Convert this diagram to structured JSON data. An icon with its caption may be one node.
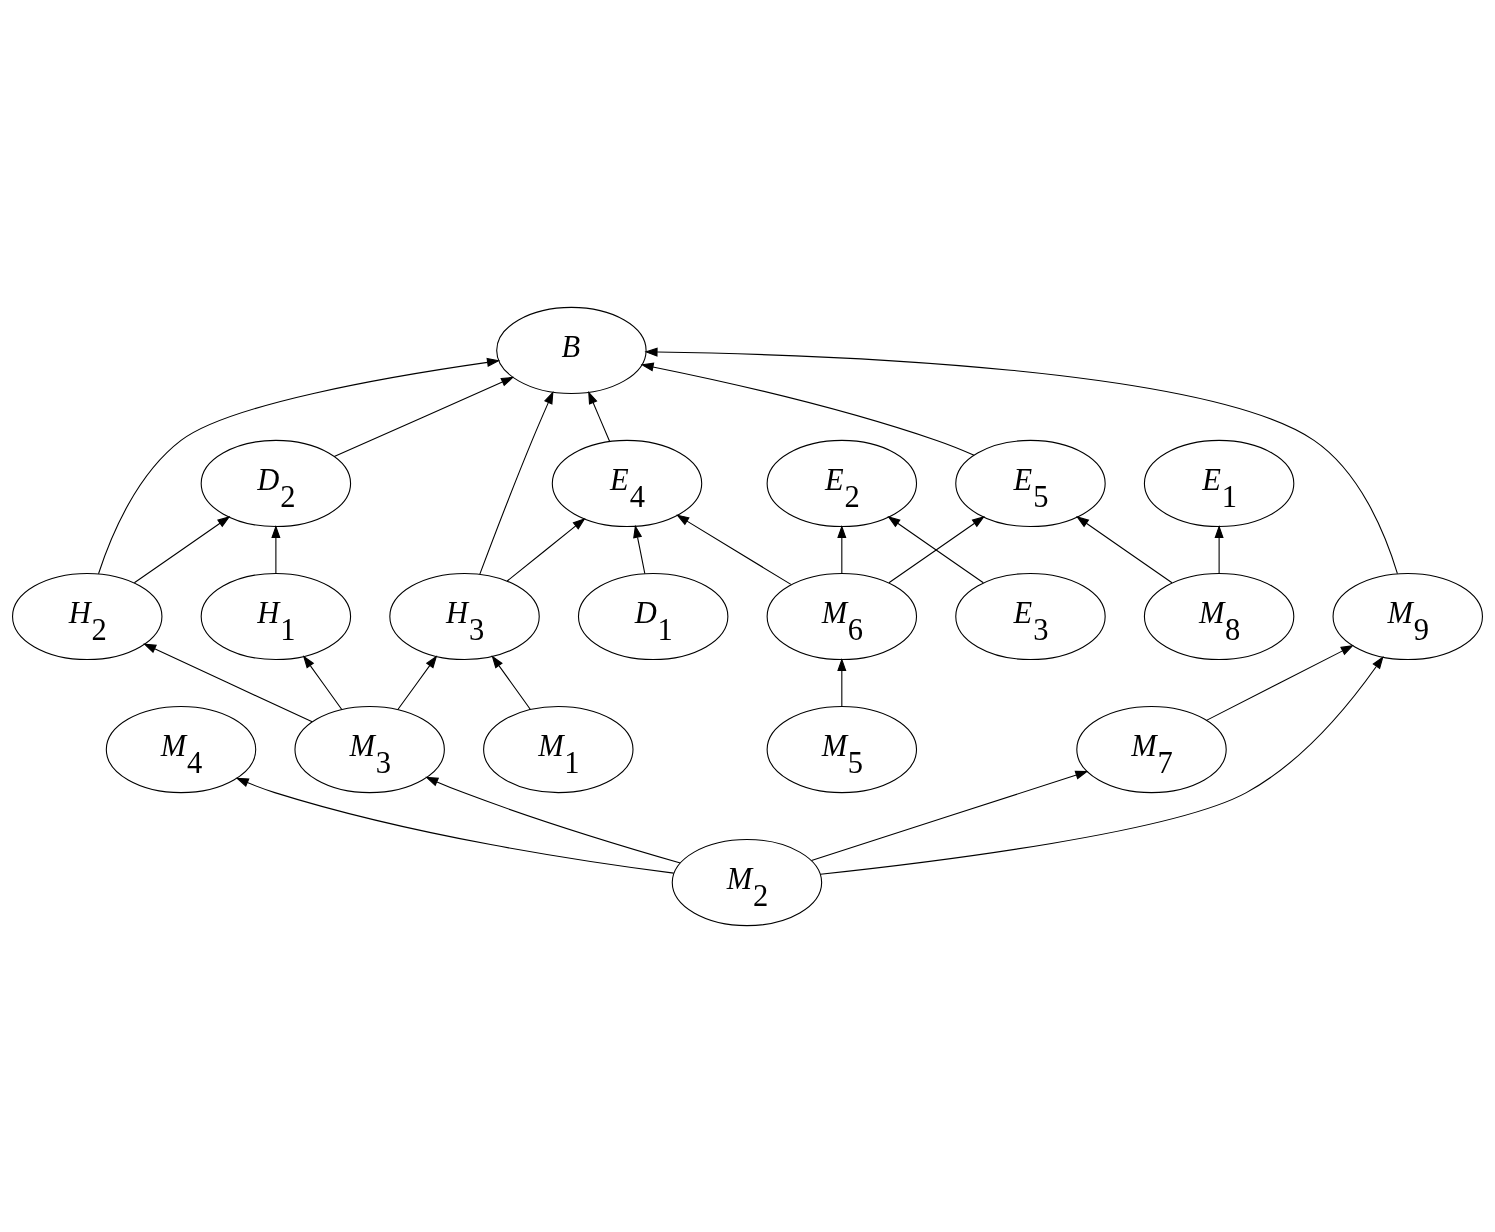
{
  "diagram": {
    "nodes": [
      {
        "text": [
          "M$_{5}$"
        ]
      },
      {
        "text": [
          "M$_{6}$"
        ]
      },
      {
        "text": [
          "D$_{1}$"
        ]
      },
      {
        "text": [
          "E$_{3}$"
        ]
      },
      {
        "text": [
          "E$_{4}$"
        ]
      },
      {
        "text": [
          "M$_{1}$"
        ]
      },
      {
        "text": [
          "E$_{5}$"
        ]
      },
      {
        "text": [
          "E$_{2}$"
        ]
      },
      {
        "text": [
          "H$_{3}$"
        ]
      },
      {
        "text": [
          "B"
        ]
      },
      {
        "text": [
          "M$_{8}$"
        ]
      },
      {
        "text": [
          "M$_{9}$"
        ]
      },
      {
        "text": [
          "M$_{4}$"
        ]
      },
      {
        "text": [
          "E$_{1}$"
        ]
      },
      {
        "text": [
          "M$_{7}$"
        ]
      },
      {
        "text": [
          "M$_{2}$"
        ]
      },
      {
        "text": [
          "M$_{3}$"
        ]
      },
      {
        "text": [
          "D$_{2}$"
        ]
      },
      {
        "text": [
          "H$_{2}$"
        ]
      },
      {
        "text": [
          "H$_{1}$"
        ]
      }
    ],
    "edges": [
      {
        "from": 0,
        "to": 1,
        "arrow": "to"
      },
      {
        "from": 1,
        "to": 4,
        "arrow": "to"
      },
      {
        "from": 2,
        "to": 4,
        "arrow": "to"
      },
      {
        "from": 1,
        "to": 6,
        "arrow": "to"
      },
      {
        "from": 1,
        "to": 7,
        "arrow": "to"
      },
      {
        "from": 3,
        "to": 7,
        "arrow": "to"
      },
      {
        "from": 4,
        "to": 9,
        "arrow": "to"
      },
      {
        "from": 8,
        "to": 4,
        "arrow": "to"
      },
      {
        "from": 5,
        "to": 8,
        "arrow": "to"
      },
      {
        "from": 6,
        "to": 9,
        "arrow": "to"
      },
      {
        "from": 10,
        "to": 6,
        "arrow": "to"
      },
      {
        "from": 8,
        "to": 9,
        "arrow": "to"
      },
      {
        "from": 10,
        "to": 13,
        "arrow": "to"
      },
      {
        "from": 11,
        "to": 9,
        "arrow": "to"
      },
      {
        "from": 14,
        "to": 11,
        "arrow": "to"
      },
      {
        "from": 15,
        "to": 11,
        "arrow": "to"
      },
      {
        "from": 15,
        "to": 12,
        "arrow": "to"
      },
      {
        "from": 15,
        "to": 14,
        "arrow": "to"
      },
      {
        "from": 15,
        "to": 16,
        "arrow": "to"
      },
      {
        "from": 16,
        "to": 8,
        "arrow": "to"
      },
      {
        "from": 17,
        "to": 9,
        "arrow": "to"
      },
      {
        "from": 18,
        "to": 9,
        "arrow": "to"
      },
      {
        "from": 18,
        "to": 17,
        "arrow": "to"
      },
      {
        "from": 16,
        "to": 18,
        "arrow": "to"
      },
      {
        "from": 16,
        "to": 19,
        "arrow": "to"
      },
      {
        "from": 19,
        "to": 17,
        "arrow": "to"
      }
    ]
  }
}
